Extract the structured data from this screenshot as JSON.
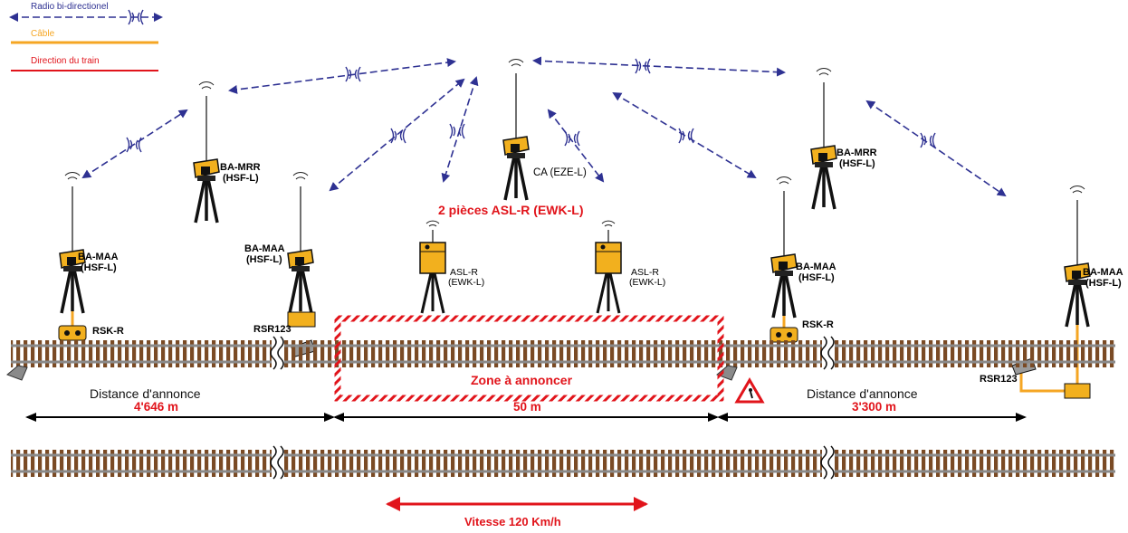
{
  "legend": {
    "radio": "Radio bi-directionel",
    "cable": "Câble",
    "direction": "Direction du train"
  },
  "colors": {
    "radio": "#2e3192",
    "cable": "#f5a623",
    "train": "#e1141b",
    "rail": "#8b5a2b",
    "device": "#f2b01e"
  },
  "devices": {
    "ba_maa_left": [
      "BA-MAA",
      "(HSF-L)"
    ],
    "ba_mrr_left": [
      "BA-MRR",
      "(HSF-L)"
    ],
    "ba_maa_left2": [
      "BA-MAA",
      "(HSF-L)"
    ],
    "ca": "CA (EZE-L)",
    "asl_title": "2 pièces ASL-R (EWK-L)",
    "asl_1": [
      "ASL-R",
      "(EWK-L)"
    ],
    "asl_2": [
      "ASL-R",
      "(EWK-L)"
    ],
    "ba_maa_right": [
      "BA-MAA",
      "(HSF-L)"
    ],
    "ba_mrr_right": [
      "BA-MRR",
      "(HSF-L)"
    ],
    "ba_maa_right2": [
      "BA-MAA",
      "(HSF-L)"
    ],
    "rsk_left": "RSK-R",
    "rsk_right": "RSK-R",
    "rsr_left": "RSR123",
    "rsr_right": "RSR123"
  },
  "zone": "Zone à annoncer",
  "distances": {
    "left_label": "Distance d'annonce",
    "left_value": "4'646 m",
    "middle_value": "50 m",
    "right_label": "Distance d'annonce",
    "right_value": "3'300 m"
  },
  "speed": "Vitesse 120 Km/h"
}
